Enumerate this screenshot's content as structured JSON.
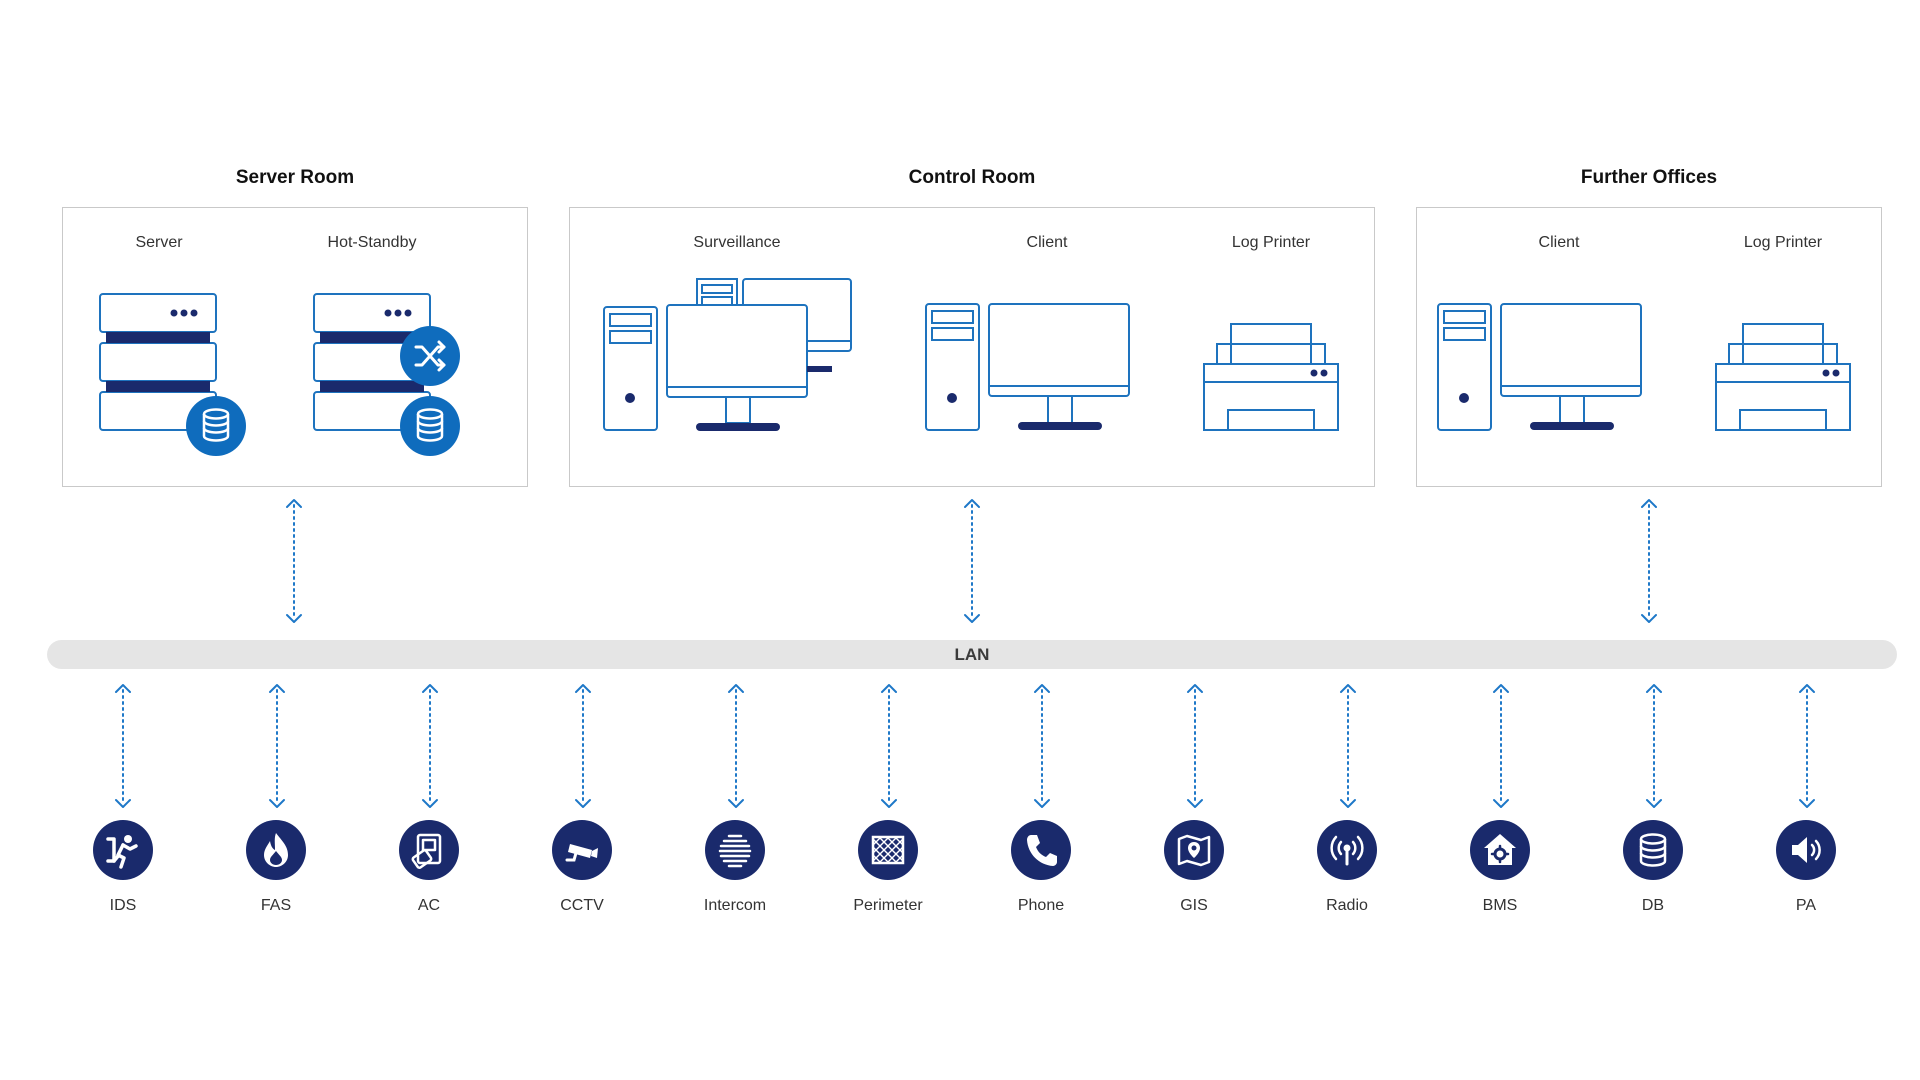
{
  "sections": {
    "server_room": {
      "title": "Server Room",
      "devices": {
        "server": "Server",
        "hot_standby": "Hot-Standby"
      }
    },
    "control_room": {
      "title": "Control Room",
      "devices": {
        "surveillance": "Surveillance",
        "client": "Client",
        "log_printer": "Log Printer"
      }
    },
    "further_offices": {
      "title": "Further Offices",
      "devices": {
        "client": "Client",
        "log_printer": "Log Printer"
      }
    }
  },
  "lan": {
    "label": "LAN"
  },
  "subsystems": [
    {
      "label": "IDS",
      "icon": "intrusion-running-person-icon"
    },
    {
      "label": "FAS",
      "icon": "fire-icon"
    },
    {
      "label": "AC",
      "icon": "access-card-icon"
    },
    {
      "label": "CCTV",
      "icon": "camera-icon"
    },
    {
      "label": "Intercom",
      "icon": "speaker-grille-icon"
    },
    {
      "label": "Perimeter",
      "icon": "fence-icon"
    },
    {
      "label": "Phone",
      "icon": "phone-icon"
    },
    {
      "label": "GIS",
      "icon": "map-pin-icon"
    },
    {
      "label": "Radio",
      "icon": "radio-waves-icon"
    },
    {
      "label": "BMS",
      "icon": "house-gear-icon"
    },
    {
      "label": "DB",
      "icon": "database-icon"
    },
    {
      "label": "PA",
      "icon": "loudspeaker-icon"
    }
  ],
  "colors": {
    "outline_blue": "#1e73be",
    "dark_navy": "#1a2a6c",
    "badge_blue": "#0f6cbd",
    "arrow_blue": "#1e78c8",
    "lan_gray": "#e5e5e5",
    "box_border": "#c9c9c9"
  }
}
